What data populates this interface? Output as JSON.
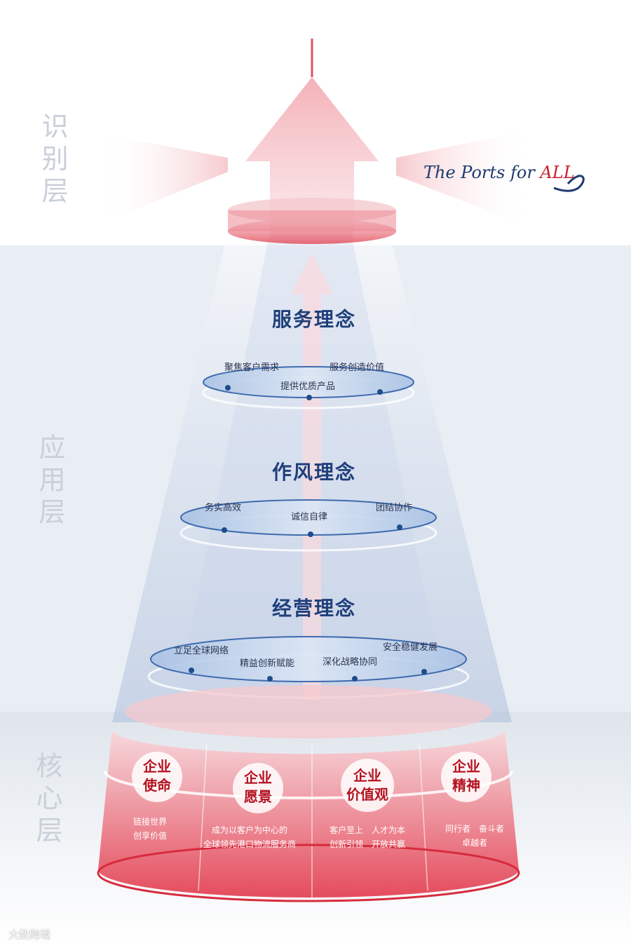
{
  "layers": {
    "identity": "识别层",
    "application": "应用层",
    "core": "核心层"
  },
  "slogan": {
    "main": "The Ports for ",
    "accent": "ALL"
  },
  "concepts": {
    "service": {
      "title": "服务理念",
      "keywords": [
        "聚焦客户需求",
        "服务创造价值",
        "提供优质产品"
      ]
    },
    "style": {
      "title": "作风理念",
      "keywords": [
        "务实高效",
        "诚信自律",
        "团结协作"
      ]
    },
    "operation": {
      "title": "经营理念",
      "keywords": [
        "立足全球网络",
        "精益创新赋能",
        "深化战略协同",
        "安全稳健发展"
      ]
    }
  },
  "core": [
    {
      "head1": "企业",
      "head2": "使命",
      "desc1": "链接世界",
      "desc2": "创享价值"
    },
    {
      "head1": "企业",
      "head2": "愿景",
      "desc1": "成为以客户为中心的",
      "desc2": "全球领先港口物流服务商"
    },
    {
      "head1": "企业",
      "head2": "价值观",
      "desc1": "客户至上　人才为本",
      "desc2": "创新引领　开放共赢"
    },
    {
      "head1": "企业",
      "head2": "精神",
      "desc1": "同行者　奋斗者",
      "desc2": "卓越者"
    }
  ],
  "watermark": "大数跨境",
  "colors": {
    "red": "#e23a4b",
    "navy": "#1f3f7a",
    "background": "#e9eef4"
  }
}
